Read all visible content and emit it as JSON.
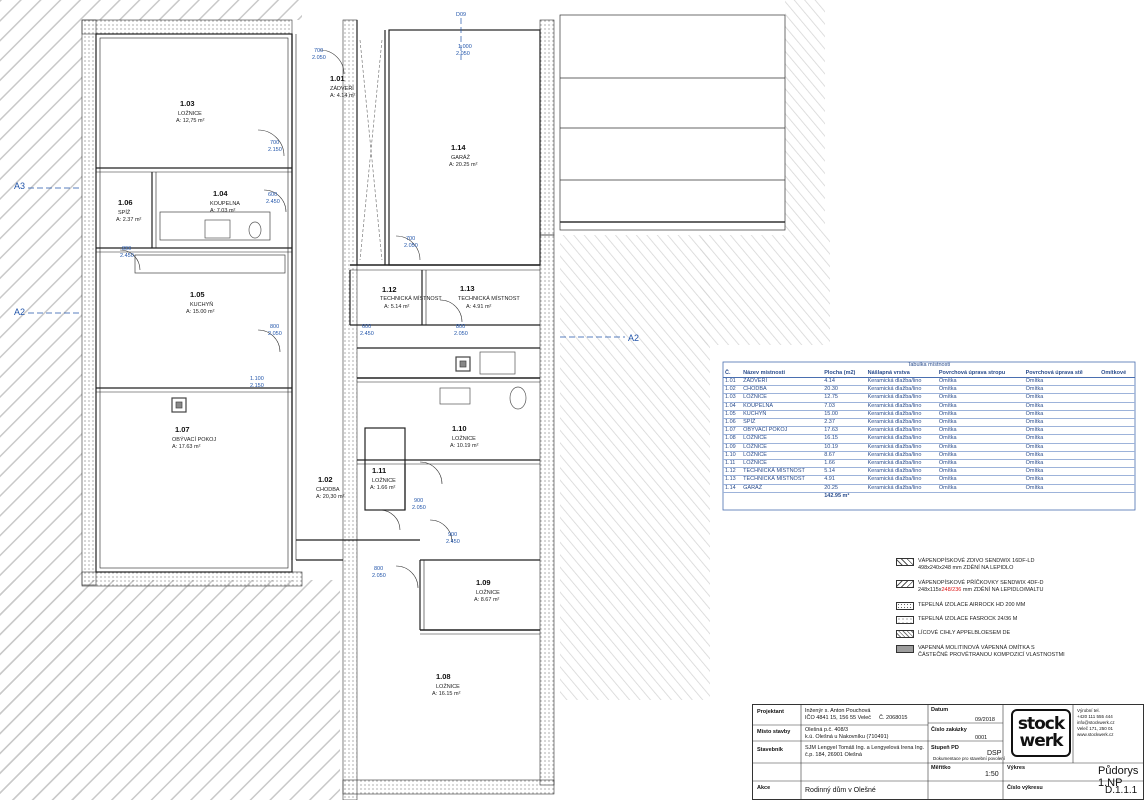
{
  "axes": {
    "a3_left": "A3",
    "a2_left": "A2",
    "a2_right": "A2",
    "d09": "D09"
  },
  "rooms": [
    {
      "num": "1.01",
      "name": "ZÁDVEŘÍ",
      "area": "A: 4.14 m²"
    },
    {
      "num": "1.02",
      "name": "CHODBA",
      "area": "A: 20,30 m²"
    },
    {
      "num": "1.03",
      "name": "LOŽNICE",
      "area": "A: 12,75 m²"
    },
    {
      "num": "1.04",
      "name": "KOUPELNA",
      "area": "A: 7.03 m²"
    },
    {
      "num": "1.05",
      "name": "KUCHYŇ",
      "area": "A: 15.00 m²"
    },
    {
      "num": "1.06",
      "name": "SPÍŽ",
      "area": "A: 2.37 m²"
    },
    {
      "num": "1.07",
      "name": "OBÝVACÍ POKOJ",
      "area": "A: 17.63 m²"
    },
    {
      "num": "1.08",
      "name": "LOŽNICE",
      "area": "A: 16.15 m²"
    },
    {
      "num": "1.09",
      "name": "LOŽNICE",
      "area": "A: 8.67 m²"
    },
    {
      "num": "1.10",
      "name": "LOŽNICE",
      "area": "A: 10.19 m²"
    },
    {
      "num": "1.11",
      "name": "LOŽNICE",
      "area": "A: 1.66 m²"
    },
    {
      "num": "1.12",
      "name": "TECHNICKÁ MÍSTNOST",
      "area": "A: 5.14 m²"
    },
    {
      "num": "1.13",
      "name": "TECHNICKÁ MÍSTNOST",
      "area": "A: 4.91 m²"
    },
    {
      "num": "1.14",
      "name": "GARÁŽ",
      "area": "A: 20.25 m²"
    }
  ],
  "door_tags": [
    "700",
    "2.150",
    "800",
    "2.050",
    "600",
    "2.450",
    "900",
    "2.450",
    "800",
    "2.050",
    "700",
    "2.050",
    "600",
    "2.450",
    "700",
    "2.050",
    "800",
    "2.450",
    "800",
    "2.050",
    "900",
    "2.050",
    "1.100",
    "2.150",
    "1.000",
    "2.050"
  ],
  "schedule": {
    "caption": "Tabulka místností",
    "headers": [
      "Č.",
      "Název místnosti",
      "Plocha (m2)",
      "Nášlapná vrstva",
      "Povrchová úprava stropu",
      "Povrchová úprava stě",
      "Omítkové"
    ],
    "rows": [
      [
        "1.01",
        "ZÁDVEŘÍ",
        "4.14",
        "Keramická dlažba/lino",
        "Omítka",
        "Omítka",
        ""
      ],
      [
        "1.02",
        "CHODBA",
        "20.30",
        "Keramická dlažba/lino",
        "Omítka",
        "Omítka",
        ""
      ],
      [
        "1.03",
        "LOŽNICE",
        "12.75",
        "Keramická dlažba/lino",
        "Omítka",
        "Omítka",
        ""
      ],
      [
        "1.04",
        "KOUPELNA",
        "7.03",
        "Keramická dlažba/lino",
        "Omítka",
        "Omítka",
        ""
      ],
      [
        "1.05",
        "KUCHYŇ",
        "15.00",
        "Keramická dlažba/lino",
        "Omítka",
        "Omítka",
        ""
      ],
      [
        "1.06",
        "SPÍŽ",
        "2.37",
        "Keramická dlažba/lino",
        "Omítka",
        "Omítka",
        ""
      ],
      [
        "1.07",
        "OBÝVACÍ POKOJ",
        "17.63",
        "Keramická dlažba/lino",
        "Omítka",
        "Omítka",
        ""
      ],
      [
        "1.08",
        "LOŽNICE",
        "16.15",
        "Keramická dlažba/lino",
        "Omítka",
        "Omítka",
        ""
      ],
      [
        "1.09",
        "LOŽNICE",
        "10.19",
        "Keramická dlažba/lino",
        "Omítka",
        "Omítka",
        ""
      ],
      [
        "1.10",
        "LOŽNICE",
        "8.67",
        "Keramická dlažba/lino",
        "Omítka",
        "Omítka",
        ""
      ],
      [
        "1.11",
        "LOŽNICE",
        "1.66",
        "Keramická dlažba/lino",
        "Omítka",
        "Omítka",
        ""
      ],
      [
        "1.12",
        "TECHNICKÁ MÍSTNOST",
        "5.14",
        "Keramická dlažba/lino",
        "Omítka",
        "Omítka",
        ""
      ],
      [
        "1.13",
        "TECHNICKÁ MÍSTNOST",
        "4.91",
        "Keramická dlažba/lino",
        "Omítka",
        "Omítka",
        ""
      ],
      [
        "1.14",
        "GARÁŽ",
        "20.25",
        "Keramická dlažba/lino",
        "Omítka",
        "Omítka",
        ""
      ]
    ],
    "total": "142.95 m²"
  },
  "legend": [
    {
      "line1": "VÁPENOPÍSKOVÉ ZDIVO SENDWIX 16DF-LD",
      "line2": "498x240x248  mm  ZDĚNÍ NA LEPIDLO",
      "red": ""
    },
    {
      "line1": "VÁPENOPÍSKOVÉ PŘÍČKOVKY SENDWIX 4DF-D",
      "line2": "248x115x",
      "red": "248/236",
      "line2b": " mm  ZDĚNÍ NA LEPIDLO/MALTU"
    },
    {
      "line1": "TEPELNÁ  IZOLACE AIRROCK HD 200 MM",
      "line2": "",
      "red": ""
    },
    {
      "line1": "TEPELNÁ  IZOLACE FASROCK 24/36 M",
      "line2": "",
      "red": ""
    },
    {
      "line1": "LÍCOVÉ CIHLY APPELBLOESEM DE",
      "line2": "",
      "red": ""
    },
    {
      "line1": "VAPENNÁ MOLITINOVÁ VÁPENNÁ OMÍTKA S",
      "line2": "ČÁSTEČNĚ PROVĚTRANOU KOMPOZICÍ VLASTNOSTMI",
      "red": ""
    }
  ],
  "titleblock": {
    "projektant_label": "Projektant",
    "projektant_v1": "Inženýr s. Anton Pouchová",
    "projektant_v2": "IČO 4841 15, 156 55 Veleč",
    "cislo_aut": "Č. 2068015",
    "datum_label": "Datum",
    "datum": "09/2018",
    "misto_label": "Místo stavby",
    "misto_v1": "Olešná p.č. 408/3",
    "misto_v2": "k.ú. Olešná u Nakovníku (710491)",
    "cislo_zakazky_label": "Číslo zakázky",
    "cislo_zakazky": "0001",
    "stavebnik_label": "Stavebník",
    "stavebnik_v1": "SJM Lengyel Tomáš Ing. a Lengyelová Irena Ing.",
    "stavebnik_v2": "č.p. 184, 26901 Olešná",
    "stupen_label": "Stupeň PD",
    "stupen": "DSP",
    "stupen_sub": "Dokumentace pro stavební povolení",
    "meritko_label": "Měřítko",
    "meritko": "1:50",
    "vykres_label": "Výkres",
    "akce_label": "Akce",
    "akce": "Rodinný dům v Olešné",
    "cislo_vykresu_label": "Číslo výkresu",
    "drawing_title": "Půdorys 1.NP",
    "drawing_no": "D.1.1.1",
    "logo_top": "stock",
    "logo_bottom": "werk",
    "contact_v1": "Výrobní tel.",
    "contact_v2": "+420 111 555 444",
    "contact_v3": "info@stockwerk.cz",
    "contact_v4": "Veleč 171, 250 01",
    "contact_v5": "www.stockwerk.cz"
  }
}
